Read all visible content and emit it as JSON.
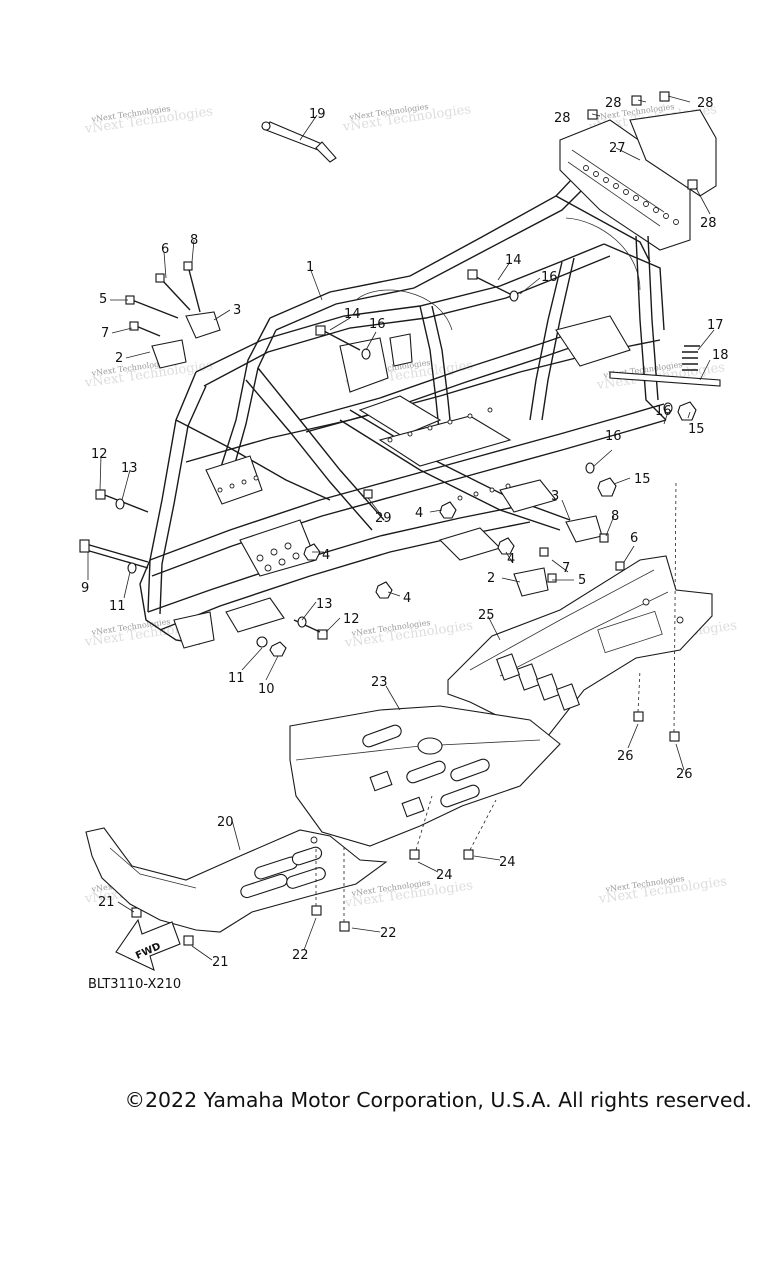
{
  "diagram": {
    "code": "BLT3110-X210",
    "copyright": "©2022 Yamaha Motor Corporation, U.S.A. All rights reserved.",
    "watermark": "vNext Technologies",
    "fwd_label": "FWD",
    "callouts": [
      "1",
      "2",
      "3",
      "4",
      "5",
      "6",
      "7",
      "8",
      "9",
      "10",
      "11",
      "12",
      "13",
      "14",
      "15",
      "16",
      "17",
      "18",
      "19",
      "20",
      "21",
      "22",
      "23",
      "24",
      "25",
      "26",
      "27",
      "28",
      "29"
    ]
  }
}
